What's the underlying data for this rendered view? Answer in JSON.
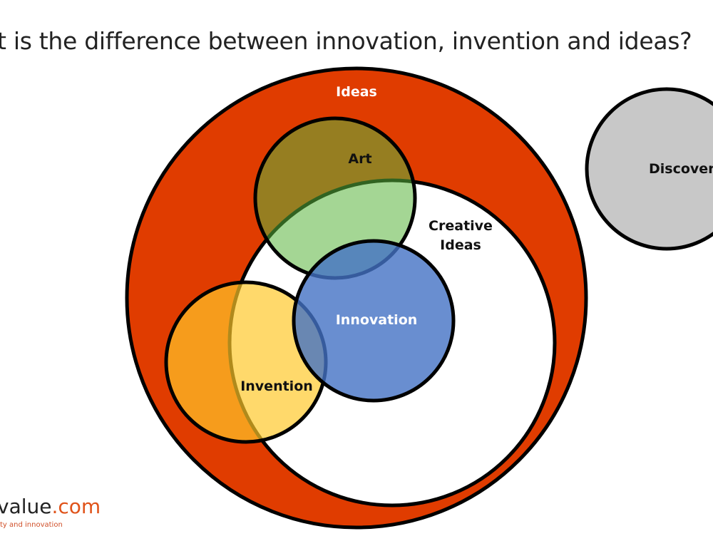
{
  "title": "t is the difference between innovation, invention and ideas?",
  "diagram": {
    "sets": [
      {
        "label": "Ideas",
        "color": "#e03c00"
      },
      {
        "label": "Creative",
        "label2": "Ideas",
        "color": "#ffffff"
      },
      {
        "label": "Art",
        "color": "#a9d18e"
      },
      {
        "label": "Invention",
        "color": "#ffd966"
      },
      {
        "label": "Innovation",
        "color": "#6a8fd0"
      },
      {
        "label": "Discovery",
        "color": "#c8c8c8"
      }
    ]
  },
  "logo": {
    "name": "value",
    "suffix": ".com",
    "tagline": "ty and innovation"
  }
}
